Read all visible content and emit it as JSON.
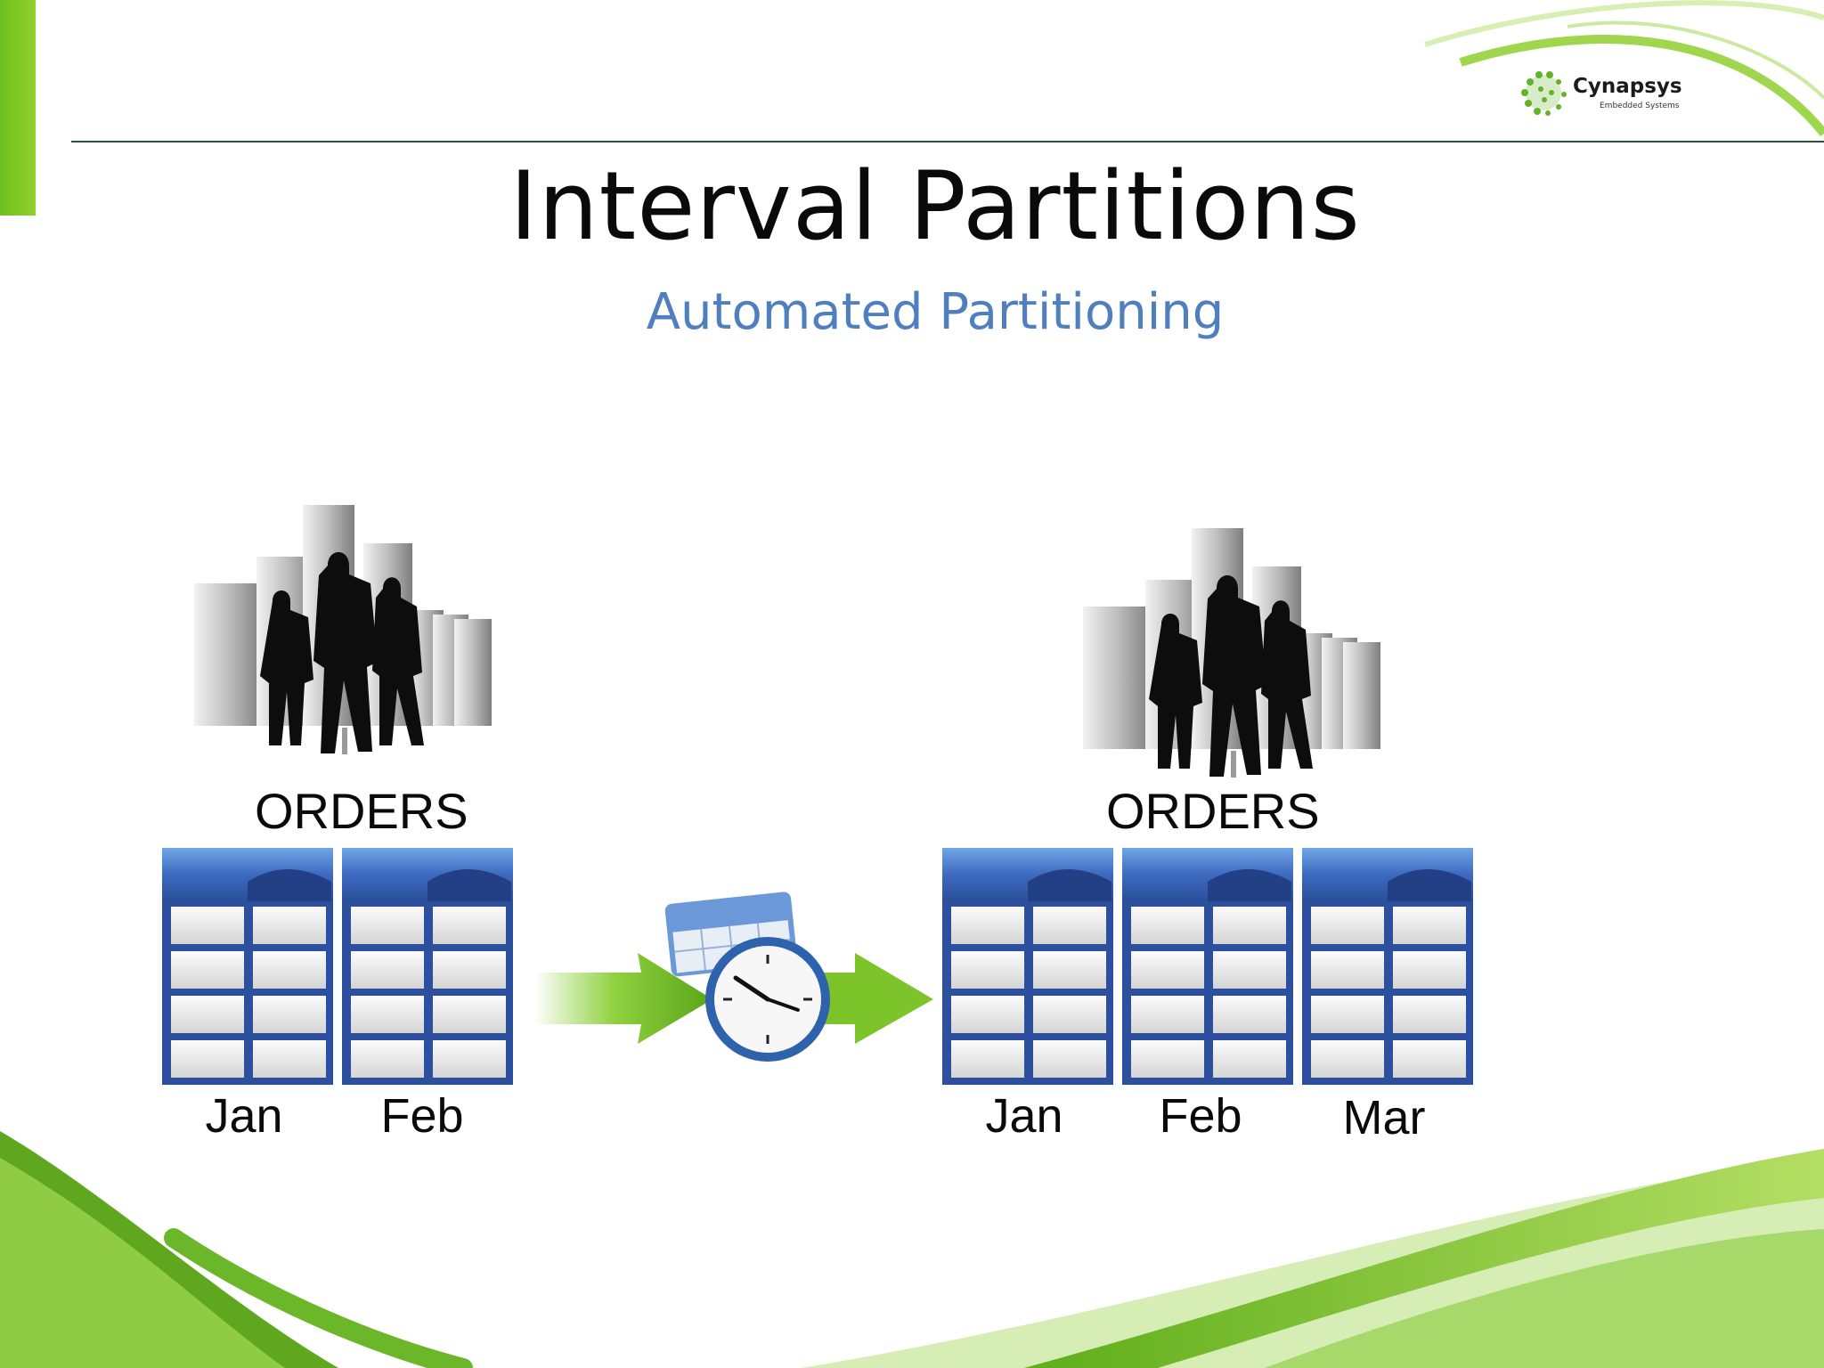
{
  "slide": {
    "title": "Interval Partitions",
    "subtitle": "Automated Partitioning"
  },
  "logo": {
    "name": "Cynapsys",
    "tagline": "Embedded Systems"
  },
  "before": {
    "table_label": "ORDERS",
    "partitions": [
      {
        "label": "Jan"
      },
      {
        "label": "Feb"
      }
    ]
  },
  "after": {
    "table_label": "ORDERS",
    "partitions": [
      {
        "label": "Jan"
      },
      {
        "label": "Feb"
      },
      {
        "label": "Mar"
      }
    ]
  },
  "transition": {
    "icon": "calendar-clock-icon",
    "arrow_icon": "right-arrow-icon"
  },
  "colors": {
    "accent_green": "#7cc42a",
    "table_blue": "#2c4f9e",
    "subtitle_blue": "#4f7fbf"
  }
}
